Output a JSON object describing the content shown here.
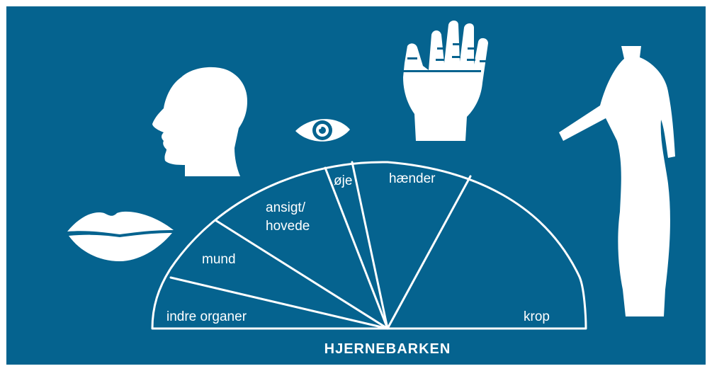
{
  "diagram": {
    "title": "HJERNEBARKEN",
    "segments": [
      {
        "id": "indre-organer",
        "label_lines": [
          "indre organer"
        ]
      },
      {
        "id": "mund",
        "label_lines": [
          "mund"
        ]
      },
      {
        "id": "ansigt-hovede",
        "label_lines": [
          "ansigt/",
          "hovede"
        ]
      },
      {
        "id": "oje",
        "label_lines": [
          "øje"
        ]
      },
      {
        "id": "haender",
        "label_lines": [
          "hænder"
        ]
      },
      {
        "id": "krop",
        "label_lines": [
          "krop"
        ]
      }
    ],
    "images": [
      "head-silhouette",
      "eye-icon",
      "hand-silhouette",
      "lips-icon",
      "body-silhouette"
    ]
  },
  "colors": {
    "background": "#05638f",
    "foreground": "#ffffff",
    "page": "#ffffff"
  }
}
